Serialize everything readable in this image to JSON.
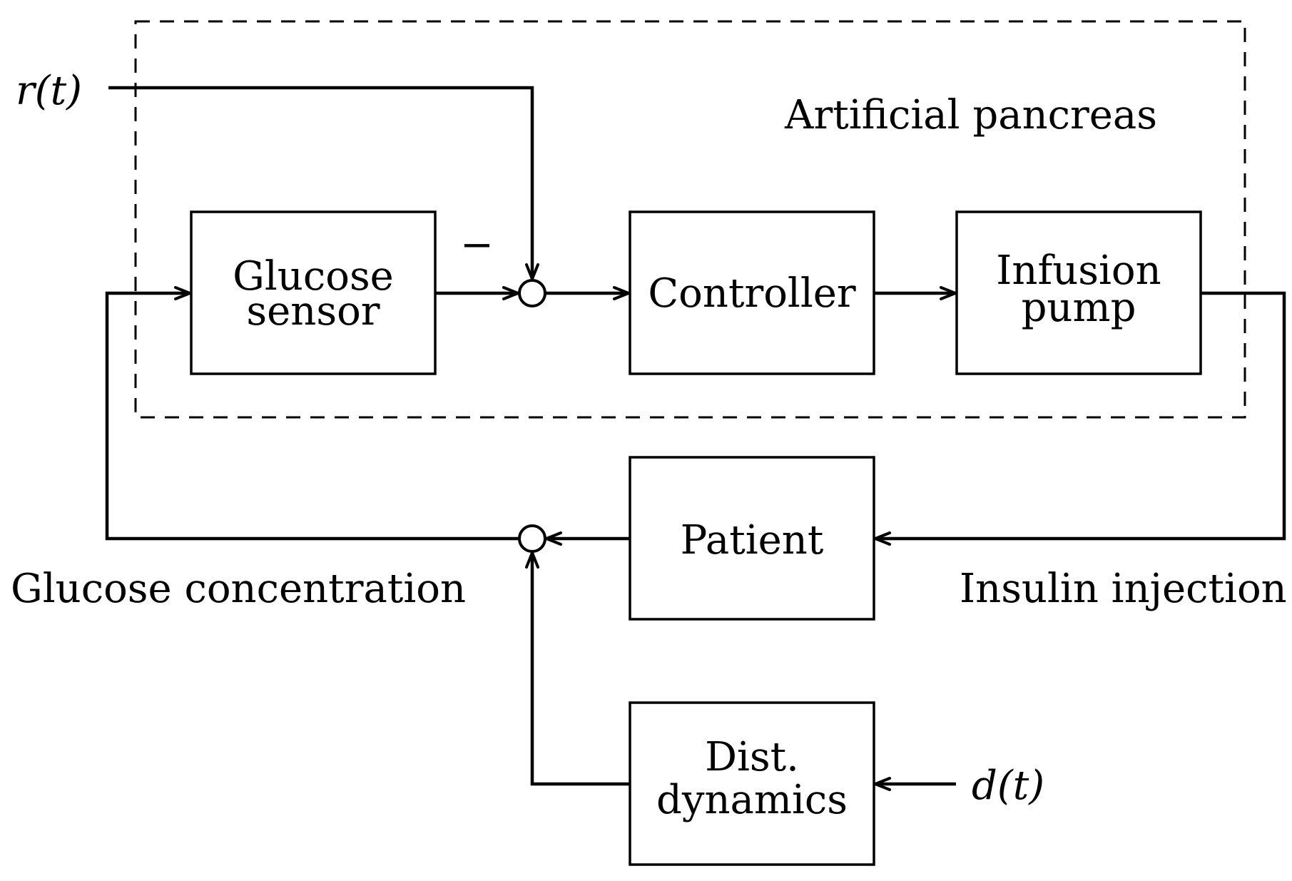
{
  "signals": {
    "reference": "r(t)",
    "disturbance": "d(t)",
    "minus_sign": "−"
  },
  "labels": {
    "artificial_pancreas": "Artificial pancreas",
    "glucose_concentration": "Glucose concentration",
    "insulin_injection": "Insulin injection"
  },
  "blocks": {
    "glucose_sensor": {
      "line1": "Glucose",
      "line2": "sensor"
    },
    "controller": {
      "line1": "Controller"
    },
    "infusion_pump": {
      "line1": "Infusion",
      "line2": "pump"
    },
    "patient": {
      "line1": "Patient"
    },
    "dist_dynamics": {
      "line1": "Dist.",
      "line2": "dynamics"
    }
  },
  "colors": {
    "stroke": "#000000",
    "background": "#ffffff"
  }
}
